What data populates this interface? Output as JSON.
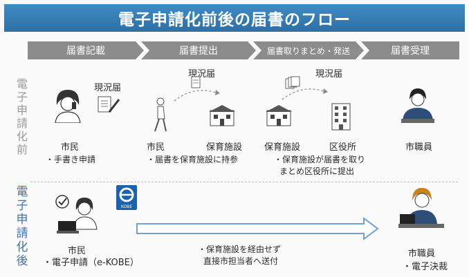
{
  "title": "電子申請化前後の届書のフロー",
  "steps": [
    "届書記載",
    "届書提出",
    "届書取りまとめ・発送",
    "届書受理"
  ],
  "side_labels": {
    "before": [
      "電",
      "子",
      "申",
      "請",
      "化",
      "前"
    ],
    "after": [
      "電",
      "子",
      "申",
      "請",
      "化",
      "後"
    ]
  },
  "before": {
    "doc_labels": [
      "現況届",
      "現況届",
      "現況届"
    ],
    "actors": [
      "市民",
      "市民",
      "保育施設",
      "保育施設",
      "区役所",
      "市職員"
    ],
    "notes": [
      "・手書き申請",
      "・届書を保育施設に持参",
      "・保育施設が届書を取り",
      "まとめ区役所に提出"
    ]
  },
  "after": {
    "logo_text": "KOBE",
    "actors": [
      "市民",
      "市職員"
    ],
    "notes": [
      "・電子申請（e-KOBE）",
      "・保育施設を経由せず",
      "直接市担当者へ送付",
      "・電子決裁"
    ]
  },
  "colors": {
    "banner": "#2d6fa6",
    "step": "#8c8c8c",
    "accent": "#3d73ad"
  }
}
